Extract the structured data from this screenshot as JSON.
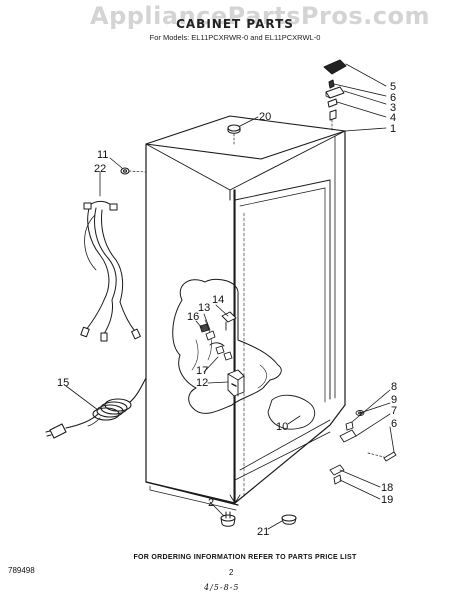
{
  "watermark": "AppliancePartsPros.com",
  "header": {
    "title": "CABINET PARTS",
    "subtitle": "For Models: EL11PCXRWR-0  and EL11PCXRWL-0"
  },
  "callouts": [
    "5",
    "6",
    "3",
    "4",
    "1",
    "20",
    "11",
    "22",
    "14",
    "13",
    "16",
    "17",
    "12",
    "15",
    "8",
    "9",
    "7",
    "6",
    "10",
    "18",
    "19",
    "2",
    "21"
  ],
  "footer": {
    "note": "FOR ORDERING INFORMATION REFER TO PARTS PRICE LIST",
    "doc_number": "789498",
    "page_number": "2",
    "date_code": "4/5-8-5"
  }
}
